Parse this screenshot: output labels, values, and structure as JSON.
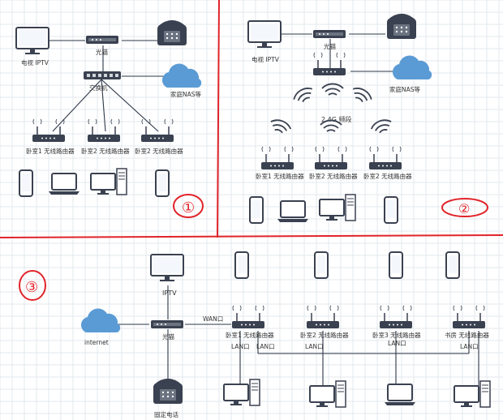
{
  "colors": {
    "divider": "#e0242a",
    "cloud": "#5b9bd5",
    "device_dark": "#3a4150",
    "wifi": "#3a4150",
    "grid": "#e3e8ee"
  },
  "panel1": {
    "tv": "电视 IPTV",
    "modem": "光猫",
    "switch": "交换机",
    "nas": "家庭NAS等",
    "routers": [
      "卧室1 无线路由器",
      "卧室2 无线路由器",
      "卧室2 无线路由器"
    ],
    "number": "①"
  },
  "panel2": {
    "tv": "电视 IPTV",
    "modem": "光猫",
    "nas": "家庭NAS等",
    "band": "2.4G 频段",
    "routers": [
      "卧室1 无线路由器",
      "卧室2 无线路由器",
      "卧室2 无线路由器"
    ],
    "number": "②"
  },
  "panel3": {
    "tv": "IPTV",
    "modem": "光猫",
    "internet": "internet",
    "wan": "WAN口",
    "lan": [
      "LAN口",
      "LAN口",
      "LAN口",
      "LAN口",
      "LAN口"
    ],
    "routers": [
      "卧室1 无线路由器",
      "卧室2 无线路由器",
      "卧室3 无线路由器",
      "书房 无线路由器"
    ],
    "phone": "固定电话",
    "number": "③"
  }
}
